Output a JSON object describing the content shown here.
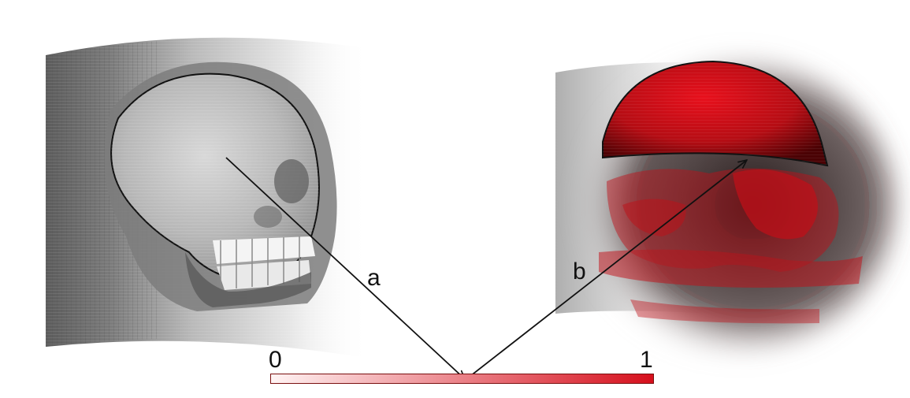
{
  "diagram": {
    "vectors": [
      {
        "id": "a",
        "label": "a"
      },
      {
        "id": "b",
        "label": "b"
      }
    ],
    "color_scale": {
      "min_label": "0",
      "max_label": "1",
      "start_color": "#fff4f4",
      "end_color": "#d60f1c"
    },
    "left_render_color": "#8a8a8a",
    "right_render_color": "#b00d12"
  }
}
